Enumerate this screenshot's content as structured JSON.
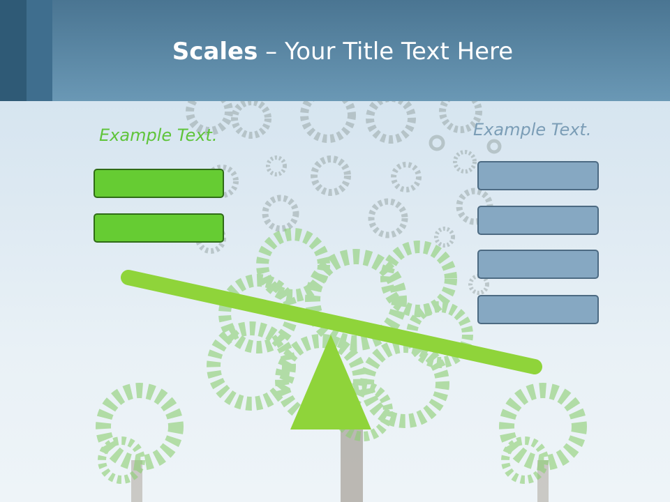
{
  "slide": {
    "title_bold": "Scales",
    "title_rest": " – Your Title Text Here",
    "left_label": "Example Text.",
    "right_label": "Example Text.",
    "left_box_count": 2,
    "right_box_count": 4
  },
  "colors": {
    "header": "#5b88a6",
    "green": "#66cc33",
    "blue": "#86a8c2",
    "beam": "#8fd43a"
  }
}
